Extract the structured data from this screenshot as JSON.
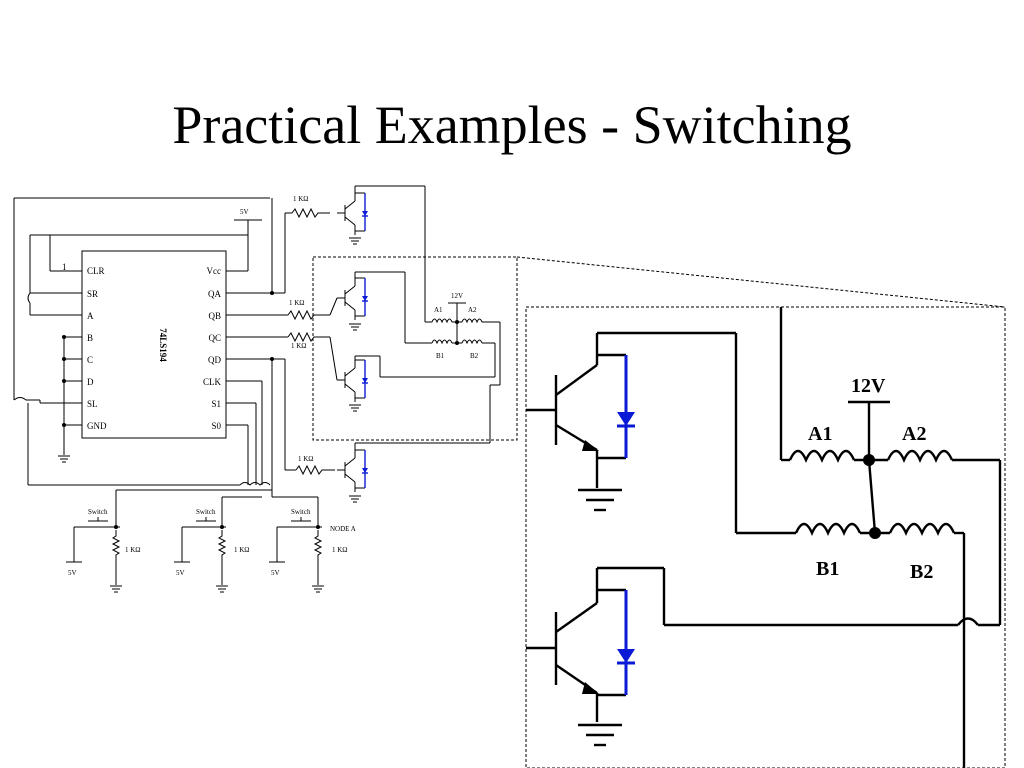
{
  "slide": {
    "title": "Practical Examples - Switching"
  },
  "chip": {
    "name": "74LS194",
    "left_pins": [
      "CLR",
      "SR",
      "A",
      "B",
      "C",
      "D",
      "SL",
      "GND"
    ],
    "right_pins": [
      "Vcc",
      "QA",
      "QB",
      "QC",
      "QD",
      "CLK",
      "S1",
      "S0"
    ],
    "clr_value": "1"
  },
  "schematic": {
    "supply_5v": "5V",
    "supply_12v": "12V",
    "resistor": "1 KΩ",
    "switch": "Switch",
    "node": "NODE A",
    "coils": [
      "A1",
      "A2",
      "B1",
      "B2"
    ]
  },
  "zoom": {
    "supply": "12V",
    "coils": [
      "A1",
      "A2",
      "B1",
      "B2"
    ]
  }
}
